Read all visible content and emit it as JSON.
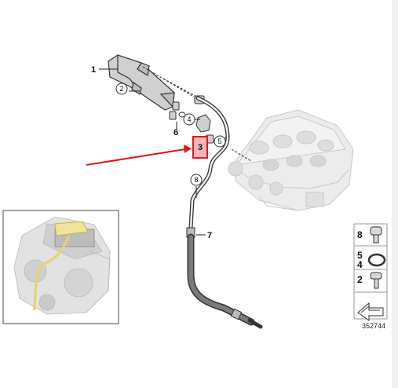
{
  "callouts": {
    "c1": "1",
    "c2": "2",
    "c3": "3",
    "c4": "4",
    "c5": "5",
    "c6": "6",
    "c7": "7",
    "c8": "8"
  },
  "legend": {
    "row1": "8",
    "row2a": "5",
    "row2b": "4",
    "row3": "2"
  },
  "reference_number": "352744",
  "colors": {
    "highlight": "#e3141b",
    "part_line": "#333333",
    "engine_gray": "#d9d9d9",
    "inset_yellow": "#e7d36a"
  }
}
